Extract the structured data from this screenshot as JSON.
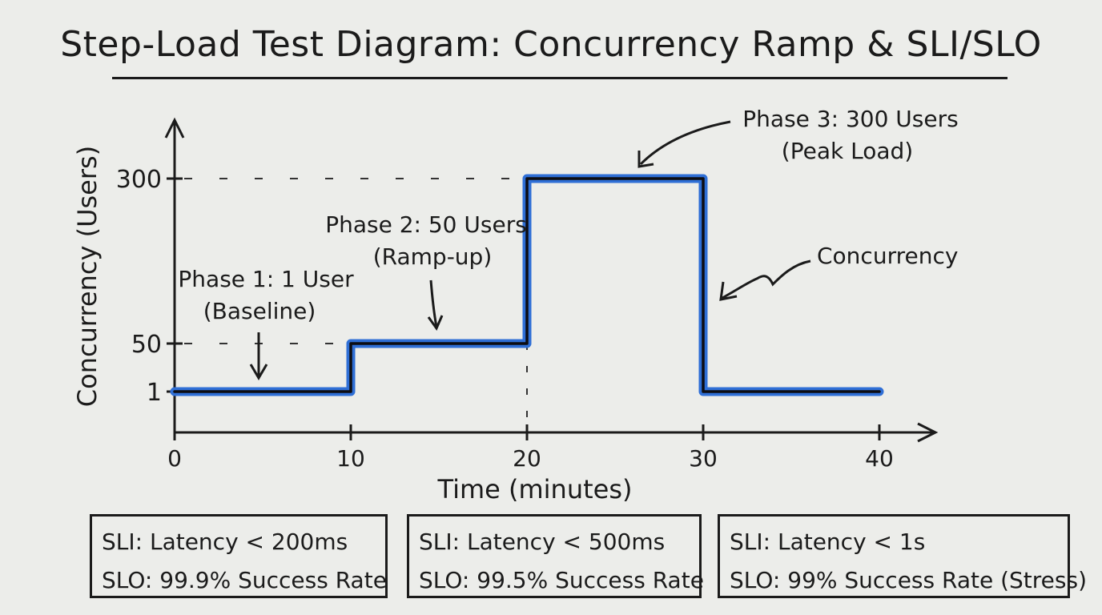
{
  "title": "Step-Load Test Diagram: Concurrency Ramp & SLI/SLO",
  "chart_data": {
    "type": "line",
    "step": true,
    "title": "Step-Load Test Diagram: Concurrency Ramp & SLI/SLO",
    "xlabel": "Time (minutes)",
    "ylabel": "Concurrency (Users)",
    "x_ticks": [
      0,
      10,
      20,
      30,
      40
    ],
    "x_tick_labels": [
      "0",
      "10",
      "20",
      "30",
      "40"
    ],
    "y_ticks": [
      1,
      50,
      300
    ],
    "y_tick_labels": [
      "1",
      "50",
      "300"
    ],
    "series": [
      {
        "name": "Concurrency",
        "color": "#2f6fd6",
        "points": [
          [
            0,
            1
          ],
          [
            10,
            1
          ],
          [
            10,
            50
          ],
          [
            20,
            50
          ],
          [
            20,
            300
          ],
          [
            30,
            300
          ],
          [
            30,
            1
          ],
          [
            40,
            1
          ]
        ]
      }
    ],
    "annotations": [
      {
        "line1": "Phase 1: 1 User",
        "line2": "(Baseline)",
        "x": 5,
        "y": 1
      },
      {
        "line1": "Phase 2: 50 Users",
        "line2": "(Ramp-up)",
        "x": 15,
        "y": 50
      },
      {
        "line1": "Phase 3: 300 Users",
        "line2": "(Peak Load)",
        "x": 26,
        "y": 300
      },
      {
        "line1": "Concurrency",
        "line2": "",
        "x": 31,
        "y": 150
      }
    ],
    "grid": false,
    "reference_lines": [
      "y=300 dashed",
      "y=50 dashed",
      "x=20 dashed"
    ]
  },
  "slo_boxes": [
    {
      "sli": "SLI: Latency < 200ms",
      "slo": "SLO: 99.9% Success Rate"
    },
    {
      "sli": "SLI: Latency < 500ms",
      "slo": "SLO: 99.5% Success Rate"
    },
    {
      "sli": "SLI: Latency < 1s",
      "slo": "SLO: 99% Success Rate (Stress)"
    }
  ]
}
